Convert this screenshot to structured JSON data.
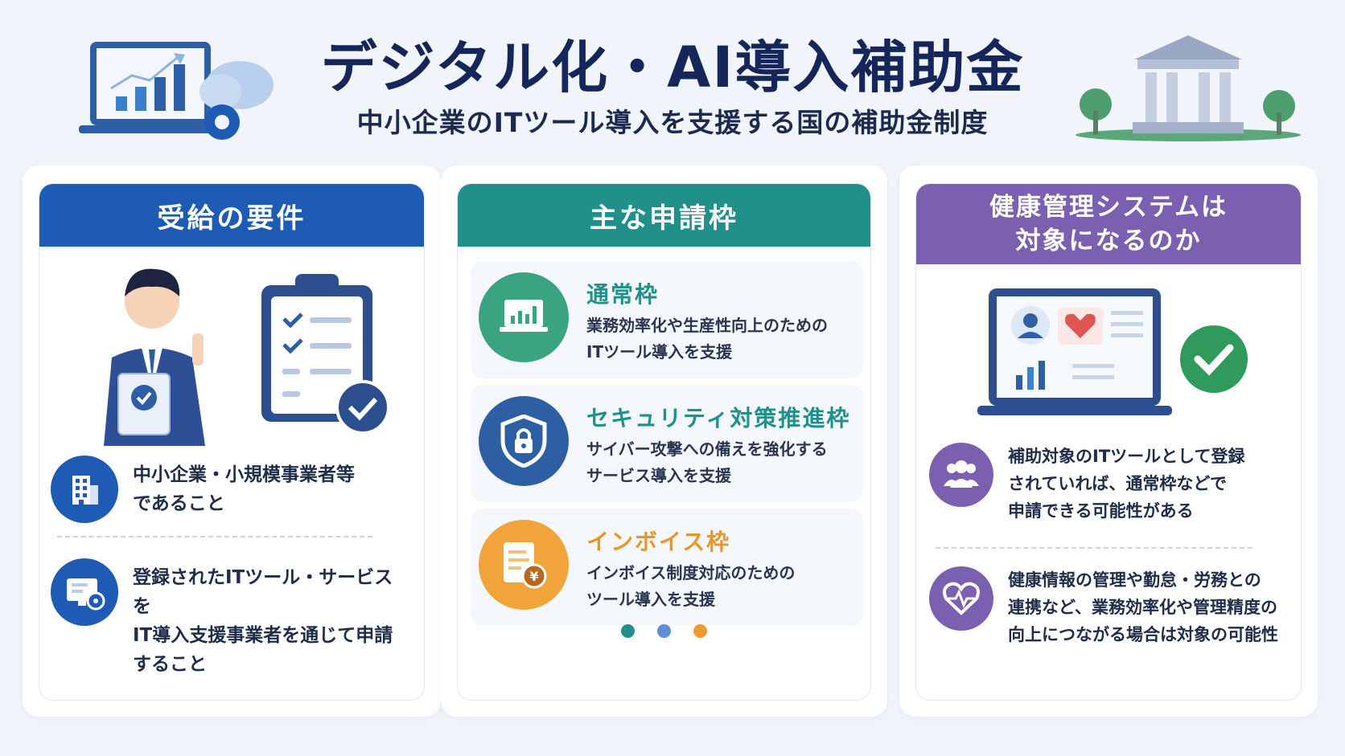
{
  "header": {
    "title": "デジタル化・AI導入補助金",
    "subtitle": "中小企業のITツール導入を支援する国の補助金制度"
  },
  "requirements": {
    "heading": "受給の要件",
    "items": [
      {
        "icon": "building-icon",
        "text": "中小企業・小規模事業者等\nであること"
      },
      {
        "icon": "monitor-gear-icon",
        "text": "登録されたITツール・サービスを\nIT導入支援事業者を通じて申請\nすること"
      }
    ]
  },
  "categories": {
    "heading": "主な申請枠",
    "items": [
      {
        "icon": "laptop-chart-icon",
        "title": "通常枠",
        "desc": "業務効率化や生産性向上のための\nITツール導入を支援",
        "color": "#21908a",
        "icon_bg": "#3aa480"
      },
      {
        "icon": "shield-lock-icon",
        "title": "セキュリティ対策推進枠",
        "desc": "サイバー攻撃への備えを強化する\nサービス導入を支援",
        "color": "#21908a",
        "icon_bg": "#2e5fa5"
      },
      {
        "icon": "invoice-yen-icon",
        "title": "インボイス枠",
        "desc": "インボイス制度対応のための\nツール導入を支援",
        "color": "#e8962b",
        "icon_bg": "#f0a43a"
      }
    ],
    "dot_colors": [
      "#21908a",
      "#5b8fd6",
      "#ef9a2e"
    ]
  },
  "health": {
    "heading": "健康管理システムは\n対象になるのか",
    "items": [
      {
        "icon": "group-icon",
        "text": "補助対象のITツールとして登録\nされていれば、通常枠などで\n申請できる可能性がある"
      },
      {
        "icon": "heart-pulse-icon",
        "text": "健康情報の管理や勤怠・労務との\n連携など、業務効率化や管理精度の\n向上につながる場合は対象の可能性"
      }
    ]
  },
  "colors": {
    "blue": "#1e5bb5",
    "teal": "#21908a",
    "purple": "#7b5fb1"
  }
}
